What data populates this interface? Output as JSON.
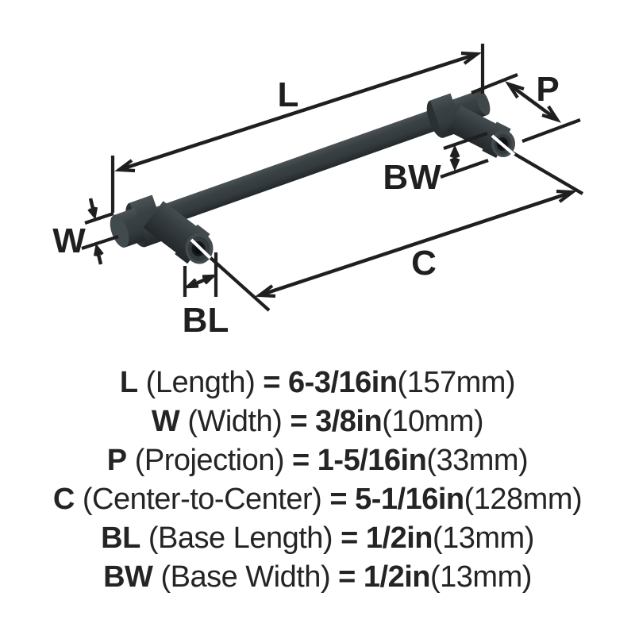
{
  "diagram": {
    "labels": {
      "length": "L",
      "width": "W",
      "projection": "P",
      "center_to_center": "C",
      "base_length": "BL",
      "base_width": "BW"
    }
  },
  "specs": {
    "lines": [
      {
        "abbr": "L",
        "label": "(Length)",
        "value": "6-3/16in",
        "metric": "(157mm)"
      },
      {
        "abbr": "W",
        "label": "(Width)",
        "value": "3/8in",
        "metric": "(10mm)"
      },
      {
        "abbr": "P",
        "label": "(Projection)",
        "value": "1-5/16in",
        "metric": "(33mm)"
      },
      {
        "abbr": "C",
        "label": "(Center-to-Center)",
        "value": "5-1/16in",
        "metric": "(128mm)"
      },
      {
        "abbr": "BL",
        "label": "(Base Length)",
        "value": "1/2in",
        "metric": "(13mm)"
      },
      {
        "abbr": "BW",
        "label": "(Base Width)",
        "value": "1/2in",
        "metric": "(13mm)"
      }
    ]
  },
  "colors": {
    "background": "#ffffff",
    "line": "#1f1f1f",
    "text": "#242424",
    "handle": "#343b3e",
    "handle_highlight": "#4b5356",
    "handle_shadow": "#23282a",
    "handle_face": "#434b4e",
    "handle_face_inner": "#343b3e",
    "hole": "#15181a",
    "hole_inner": "#0b0e0f"
  }
}
